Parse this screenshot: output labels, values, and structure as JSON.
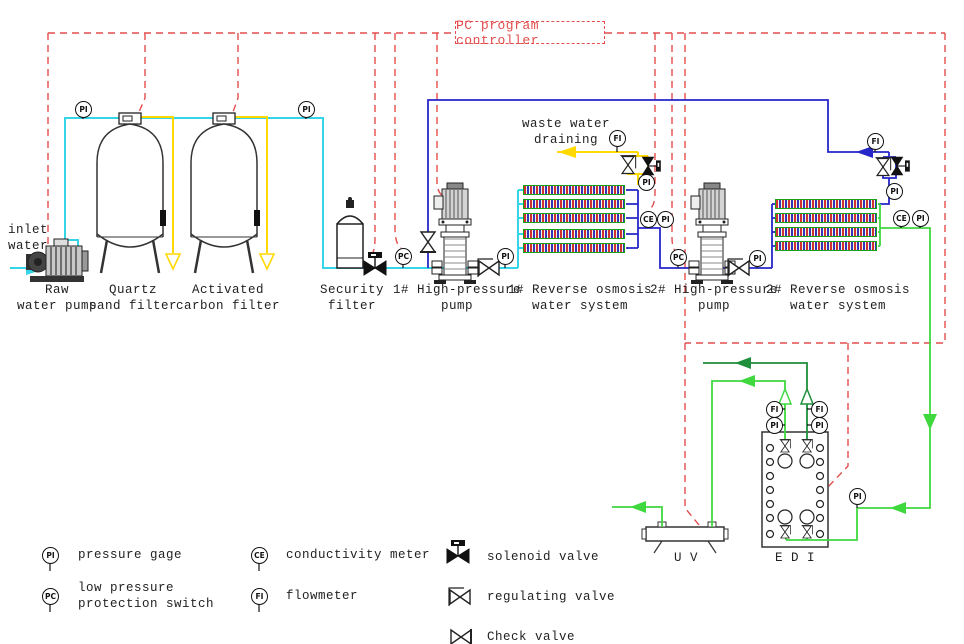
{
  "title": "PC program controller",
  "instruments": {
    "pi": "PI",
    "pc": "PC",
    "ce": "CE",
    "fi": "FI"
  },
  "labels": {
    "inlet_1": "inlet",
    "inlet_2": "water",
    "raw_pump_1": "Raw",
    "raw_pump_2": "water pump",
    "quartz_1": "Quartz",
    "quartz_2": "sand filter",
    "carbon_1": "Activated",
    "carbon_2": "carbon filter",
    "security_1": "Security",
    "security_2": "filter",
    "hp_pump1_1": "1# High-pressure",
    "hp_pump1_2": "pump",
    "ro1_1": "1# Reverse osmosis",
    "ro1_2": "water system",
    "hp_pump2_1": "2# High-pressure",
    "hp_pump2_2": "pump",
    "ro2_1": "2# Reverse osmosis",
    "ro2_2": "water system",
    "waste_1": "waste water",
    "waste_2": "draining",
    "uv": "U V",
    "edi": "E D I"
  },
  "legend": {
    "pressure_gage": "pressure gage",
    "low_pressure_1": "low pressure",
    "low_pressure_2": "protection switch",
    "conductivity_meter": "conductivity meter",
    "flowmeter": "flowmeter",
    "solenoid_valve": "solenoid valve",
    "regulating_valve": "regulating valve",
    "check_valve": "Check valve"
  },
  "colors": {
    "control": "#e34d4d",
    "raw_water": "#35d5e8",
    "drain": "#ffd900",
    "interstage": "#2626c9",
    "permeate": "#3fd83f",
    "edi_concentrate": "#1e8f3a",
    "equipment": "#333333",
    "vessel_border": "#16a316"
  }
}
